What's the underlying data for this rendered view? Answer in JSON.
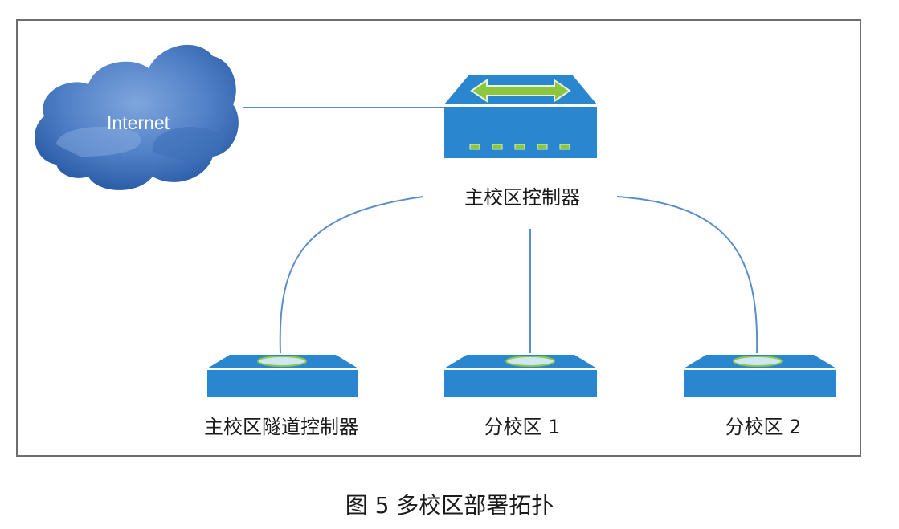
{
  "diagram": {
    "nodes": {
      "internet": {
        "label": "Internet",
        "type": "cloud"
      },
      "main_controller": {
        "label": "主校区控制器",
        "type": "controller"
      },
      "tunnel_controller": {
        "label": "主校区隧道控制器",
        "type": "switch"
      },
      "branch1": {
        "label": "分校区 1",
        "type": "switch"
      },
      "branch2": {
        "label": "分校区 2",
        "type": "switch"
      }
    },
    "edges": [
      {
        "from": "internet",
        "to": "main_controller"
      },
      {
        "from": "main_controller",
        "to": "tunnel_controller"
      },
      {
        "from": "main_controller",
        "to": "branch1"
      },
      {
        "from": "main_controller",
        "to": "branch2"
      }
    ],
    "colors": {
      "device_blue": "#2a86cf",
      "device_arrow": "#8dc63f",
      "link": "#5b8fc9",
      "cloud": "#4a7cc4"
    }
  },
  "caption": "图 5  多校区部署拓扑"
}
